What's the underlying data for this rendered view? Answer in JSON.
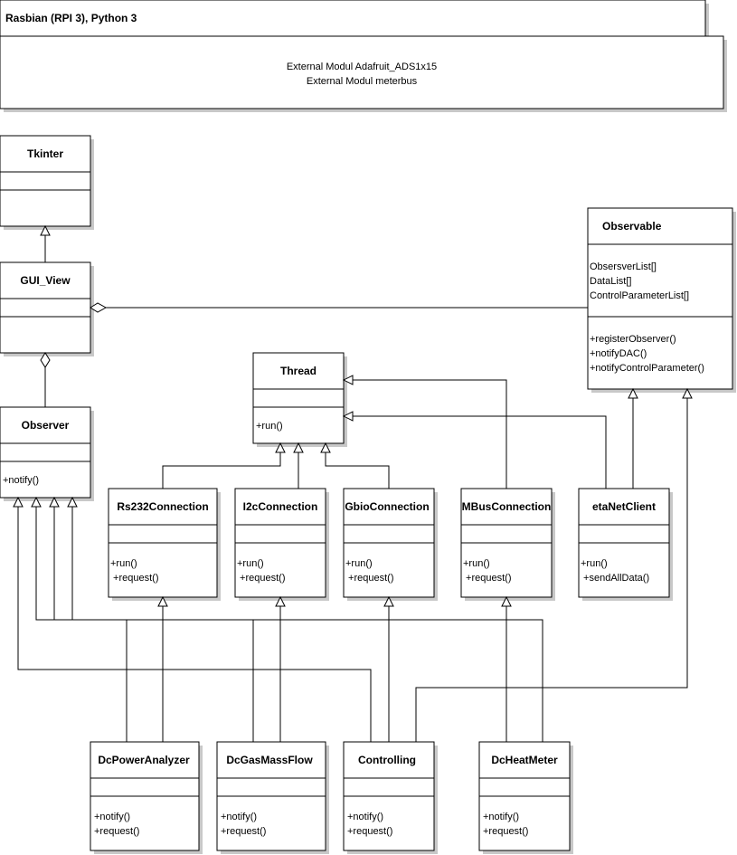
{
  "package": {
    "title": "Rasbian (RPI 3), Python 3",
    "lines": [
      "External Modul Adafruit_ADS1x15",
      "External Modul meterbus"
    ]
  },
  "classes": {
    "tkinter": {
      "name": "Tkinter",
      "attributes": [],
      "methods": []
    },
    "gui_view": {
      "name": "GUI_View",
      "attributes": [],
      "methods": []
    },
    "observer": {
      "name": "Observer",
      "attributes": [],
      "methods": [
        "+notify()"
      ]
    },
    "thread": {
      "name": "Thread",
      "attributes": [],
      "methods": [
        "+run()"
      ]
    },
    "observable": {
      "name": "Observable",
      "attributes": [
        "ObsersverList[]",
        "DataList[]",
        "ControlParameterList[]"
      ],
      "methods": [
        "+registerObserver()",
        "+notifyDAC()",
        "+notifyControlParameter()"
      ]
    },
    "rs232": {
      "name": "Rs232Connection",
      "attributes": [],
      "methods": [
        "+run()",
        " +request()"
      ]
    },
    "i2c": {
      "name": "I2cConnection",
      "attributes": [],
      "methods": [
        "+run()",
        " +request()"
      ]
    },
    "gbio": {
      "name": "GbioConnection",
      "attributes": [],
      "methods": [
        "+run()",
        " +request()"
      ]
    },
    "mbus": {
      "name": "MBusConnection",
      "attributes": [],
      "methods": [
        "+run()",
        " +request()"
      ]
    },
    "etanet": {
      "name": "etaNetClient",
      "attributes": [],
      "methods": [
        "+run()",
        " +sendAllData()"
      ]
    },
    "dcpower": {
      "name": "DcPowerAnalyzer",
      "attributes": [],
      "methods": [
        "+notify()",
        "+request()"
      ]
    },
    "dcgas": {
      "name": "DcGasMassFlow",
      "attributes": [],
      "methods": [
        "+notify()",
        "+request()"
      ]
    },
    "controlling": {
      "name": "Controlling",
      "attributes": [],
      "methods": [
        "+notify()",
        "+request()"
      ]
    },
    "dcheat": {
      "name": "DcHeatMeter",
      "attributes": [],
      "methods": [
        "+notify()",
        "+request()"
      ]
    }
  }
}
